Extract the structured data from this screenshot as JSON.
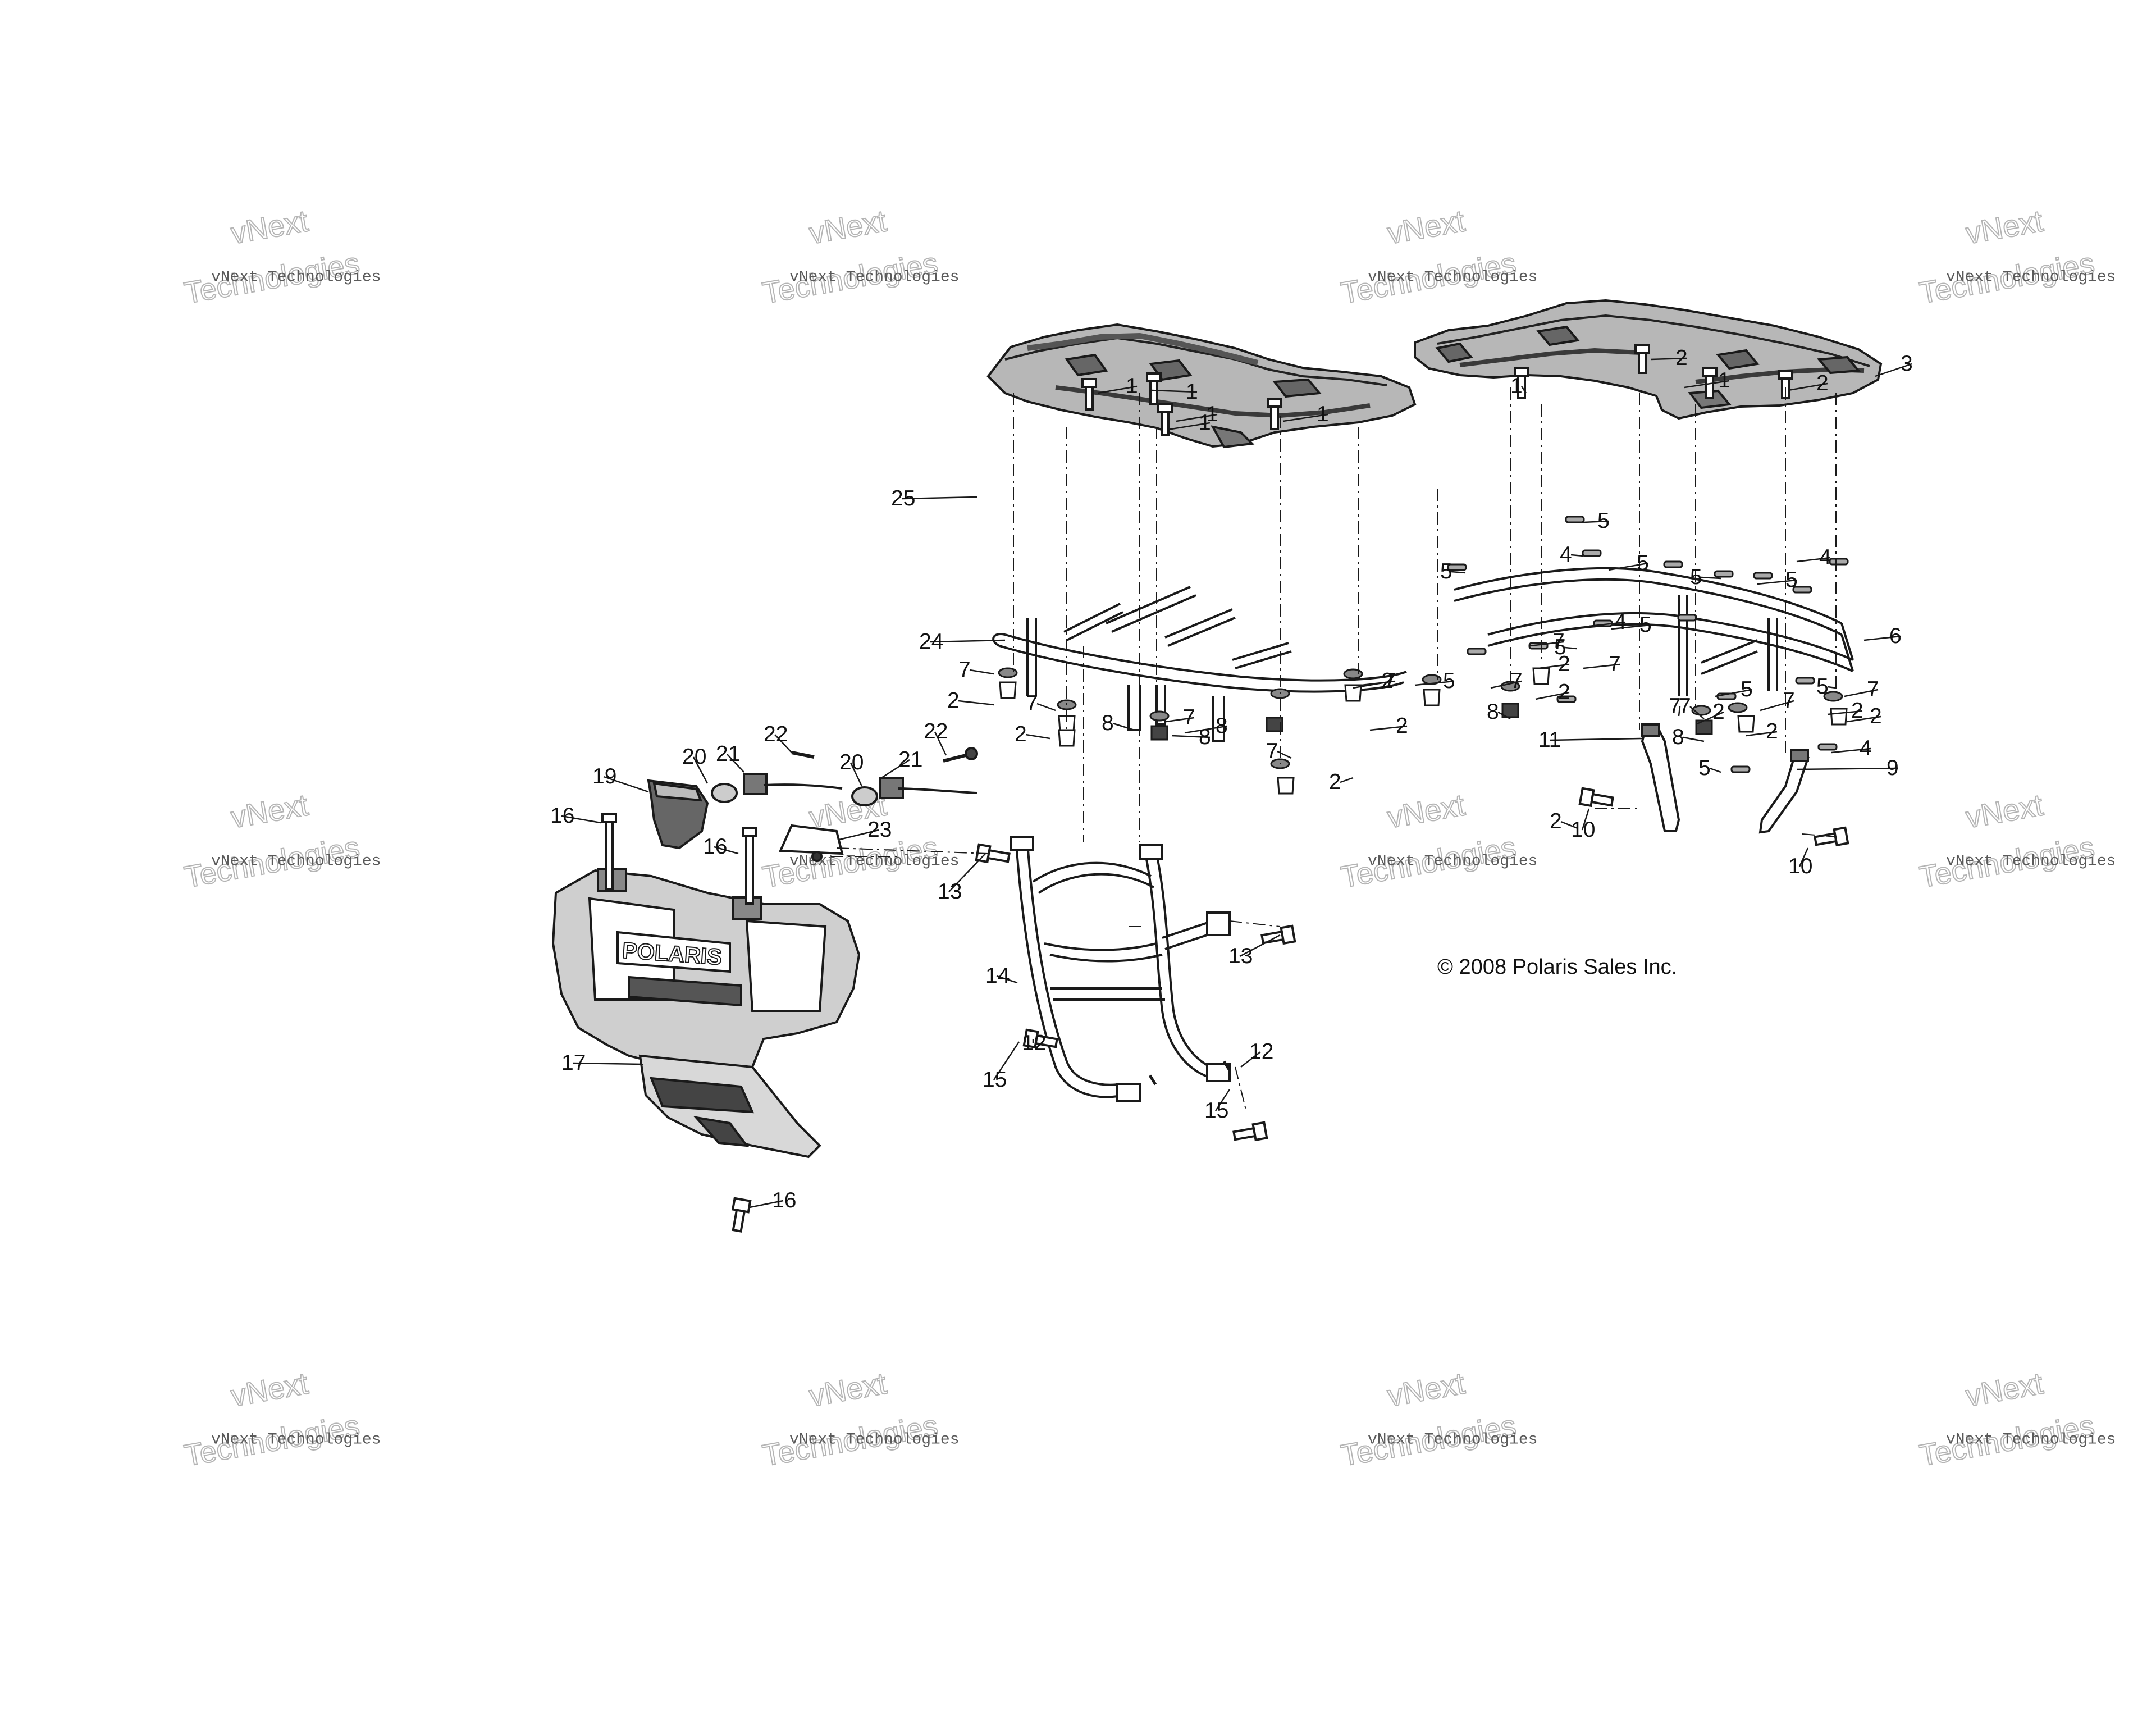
{
  "watermark": {
    "line_top": "vNext",
    "line_small": "vNext Technologies",
    "line_big": "Technologies"
  },
  "copyright": "© 2008 Polaris Sales Inc.",
  "logo_text": "POLARIS",
  "callout_numbers": [
    "1",
    "1",
    "1",
    "1",
    "1",
    "2",
    "1",
    "1",
    "2",
    "25",
    "3",
    "5",
    "5",
    "4",
    "5",
    "5",
    "5",
    "4",
    "5",
    "5",
    "4",
    "24",
    "6",
    "5",
    "7",
    "7",
    "7",
    "2",
    "2",
    "2",
    "7",
    "5",
    "7",
    "2",
    "7",
    "2",
    "7",
    "2",
    "2",
    "7",
    "8",
    "8",
    "8",
    "8",
    "8",
    "7",
    "7",
    "2",
    "7",
    "5",
    "2",
    "7",
    "2",
    "2",
    "4",
    "2",
    "11",
    "5",
    "9",
    "10",
    "10",
    "22",
    "22",
    "21",
    "21",
    "20",
    "20",
    "19",
    "16",
    "16",
    "23",
    "13",
    "13",
    "14",
    "12",
    "12",
    "15",
    "15",
    "17",
    "16"
  ]
}
